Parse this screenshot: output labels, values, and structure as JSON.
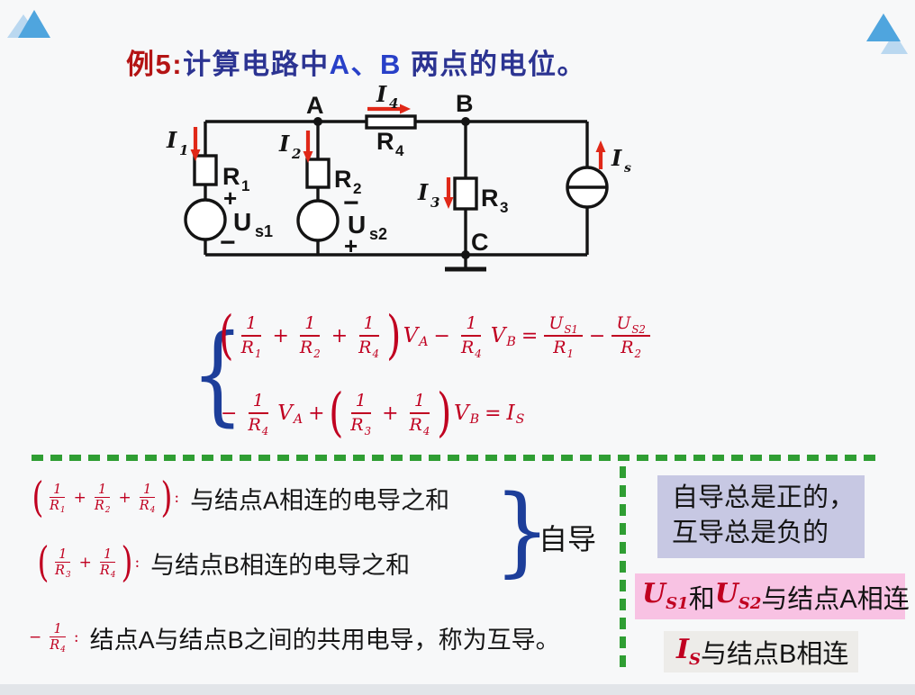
{
  "slide": {
    "title": {
      "prefix": "例5:",
      "mid": "计算电路中",
      "nodes": "A、B",
      "rest": " 两点的电位。"
    }
  },
  "circuit": {
    "node_a": "A",
    "node_b": "B",
    "node_c": "C",
    "i1": {
      "base": "I",
      "sub": "1"
    },
    "i2": {
      "base": "I",
      "sub": "2"
    },
    "i3": {
      "base": "I",
      "sub": "3"
    },
    "i4": {
      "base": "I",
      "sub": "4"
    },
    "is": {
      "base": "I",
      "sub": "s"
    },
    "r1": {
      "base": "R",
      "sub": "1"
    },
    "r2": {
      "base": "R",
      "sub": "2"
    },
    "r3": {
      "base": "R",
      "sub": "3"
    },
    "r4": {
      "base": "R",
      "sub": "4"
    },
    "us1": {
      "base": "U",
      "sub": "s1",
      "plus": "+",
      "minus": "−"
    },
    "us2": {
      "base": "U",
      "sub": "s2",
      "plus": "+",
      "minus": "−"
    }
  },
  "equations": {
    "eq1": {
      "tokens": [
        {
          "t": "p",
          "v": "("
        },
        {
          "t": "f",
          "n": "1",
          "d": "R",
          "ds": "1"
        },
        {
          "t": "o",
          "v": "+"
        },
        {
          "t": "f",
          "n": "1",
          "d": "R",
          "ds": "2"
        },
        {
          "t": "o",
          "v": "+"
        },
        {
          "t": "f",
          "n": "1",
          "d": "R",
          "ds": "4"
        },
        {
          "t": "p",
          "v": ")"
        },
        {
          "t": "v",
          "v": "V",
          "s": "A"
        },
        {
          "t": "o",
          "v": "−"
        },
        {
          "t": "f",
          "n": "1",
          "d": "R",
          "ds": "4"
        },
        {
          "t": "v",
          "v": "V",
          "s": "B"
        },
        {
          "t": "o",
          "v": "="
        },
        {
          "t": "f",
          "n": "U",
          "ns": "S1",
          "d": "R",
          "ds": "1"
        },
        {
          "t": "o",
          "v": "−"
        },
        {
          "t": "f",
          "n": "U",
          "ns": "S2",
          "d": "R",
          "ds": "2"
        }
      ]
    },
    "eq2": {
      "tokens": [
        {
          "t": "o",
          "v": "−"
        },
        {
          "t": "f",
          "n": "1",
          "d": "R",
          "ds": "4"
        },
        {
          "t": "v",
          "v": "V",
          "s": "A"
        },
        {
          "t": "o",
          "v": "+"
        },
        {
          "t": "p",
          "v": "("
        },
        {
          "t": "f",
          "n": "1",
          "d": "R",
          "ds": "3"
        },
        {
          "t": "o",
          "v": "+"
        },
        {
          "t": "f",
          "n": "1",
          "d": "R",
          "ds": "4"
        },
        {
          "t": "p",
          "v": ")"
        },
        {
          "t": "v",
          "v": "V",
          "s": "B"
        },
        {
          "t": "o",
          "v": "="
        },
        {
          "t": "v",
          "v": "I",
          "s": "S"
        }
      ]
    }
  },
  "explain": {
    "item1": {
      "tokens": [
        {
          "t": "p",
          "v": "("
        },
        {
          "t": "f",
          "n": "1",
          "d": "R",
          "ds": "1"
        },
        {
          "t": "o",
          "v": "+"
        },
        {
          "t": "f",
          "n": "1",
          "d": "R",
          "ds": "2"
        },
        {
          "t": "o",
          "v": "+"
        },
        {
          "t": "f",
          "n": "1",
          "d": "R",
          "ds": "4"
        },
        {
          "t": "p",
          "v": ")"
        },
        {
          "t": "o",
          "v": ":"
        }
      ],
      "text": "与结点A相连的电导之和"
    },
    "item2": {
      "tokens": [
        {
          "t": "p",
          "v": "("
        },
        {
          "t": "f",
          "n": "1",
          "d": "R",
          "ds": "3"
        },
        {
          "t": "o",
          "v": "+"
        },
        {
          "t": "f",
          "n": "1",
          "d": "R",
          "ds": "4"
        },
        {
          "t": "p",
          "v": ")"
        },
        {
          "t": "o",
          "v": ":"
        }
      ],
      "text": "与结点B相连的电导之和"
    },
    "brace_label": "自导",
    "item3": {
      "tokens": [
        {
          "t": "o",
          "v": "−"
        },
        {
          "t": "f",
          "n": "1",
          "d": "R",
          "ds": "4"
        },
        {
          "t": "o",
          "v": ":"
        }
      ],
      "text": "结点A与结点B之间的共用电导，称为互导。"
    }
  },
  "notes": {
    "self_mutual": {
      "line1": "自导总是正的，",
      "line2": "互导总是负的"
    },
    "sources_note": {
      "u1": {
        "base": "U",
        "sub": "S1"
      },
      "and": "和",
      "u2": {
        "base": "U",
        "sub": "S2"
      },
      "text": "与结点A相连"
    },
    "is_note": {
      "i": {
        "base": "I",
        "sub": "S"
      },
      "text": "与结点B相连"
    }
  },
  "colors": {
    "equation_red": "#c00020",
    "arrow_red": "#e02818",
    "title_red": "#b41414",
    "title_blue": "#2c3492",
    "brace_blue": "#1d3e9a",
    "divider_green": "#2f9e33",
    "box_lavender": "#c7c8e3",
    "box_pink": "#f8c2e3",
    "box_gray": "#edece9",
    "triangle_blue": "#4fa5de",
    "triangle_light_blue": "#bad8f0"
  }
}
